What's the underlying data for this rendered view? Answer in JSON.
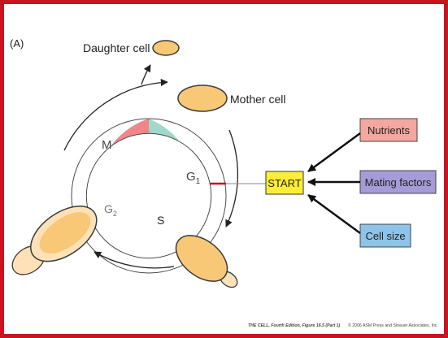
{
  "panel_label": "(A)",
  "labels": {
    "daughter_cell": "Daughter cell",
    "mother_cell": "Mother cell"
  },
  "phases": {
    "m": "M",
    "g1_base": "G",
    "g1_sub": "1",
    "s": "S",
    "g2_base": "G",
    "g2_sub": "2"
  },
  "checkpoint": {
    "label": "START"
  },
  "inputs": [
    {
      "label": "Nutrients",
      "color": "#f4a7a0"
    },
    {
      "label": "Mating factors",
      "color": "#a59bd8"
    },
    {
      "label": "Cell size",
      "color": "#8ec3ea"
    }
  ],
  "caption": {
    "source": "THE CELL, Fourth Edition, Figure 16.5 (Part 1)",
    "copyright": "© 2006 ASM Press and Sinauer Associates, Inc."
  },
  "colors": {
    "border": "#c8141e",
    "phase_m": "#f0868a",
    "phase_g1": "#9ed9cc",
    "phase_s": "#5b8fd6",
    "phase_g2": "#c4c4c4",
    "checkpoint_tick": "#c8141e",
    "start_box": "#ffee33",
    "cell_fill": "#f8c877",
    "cell_stroke": "#3a3a3a"
  }
}
